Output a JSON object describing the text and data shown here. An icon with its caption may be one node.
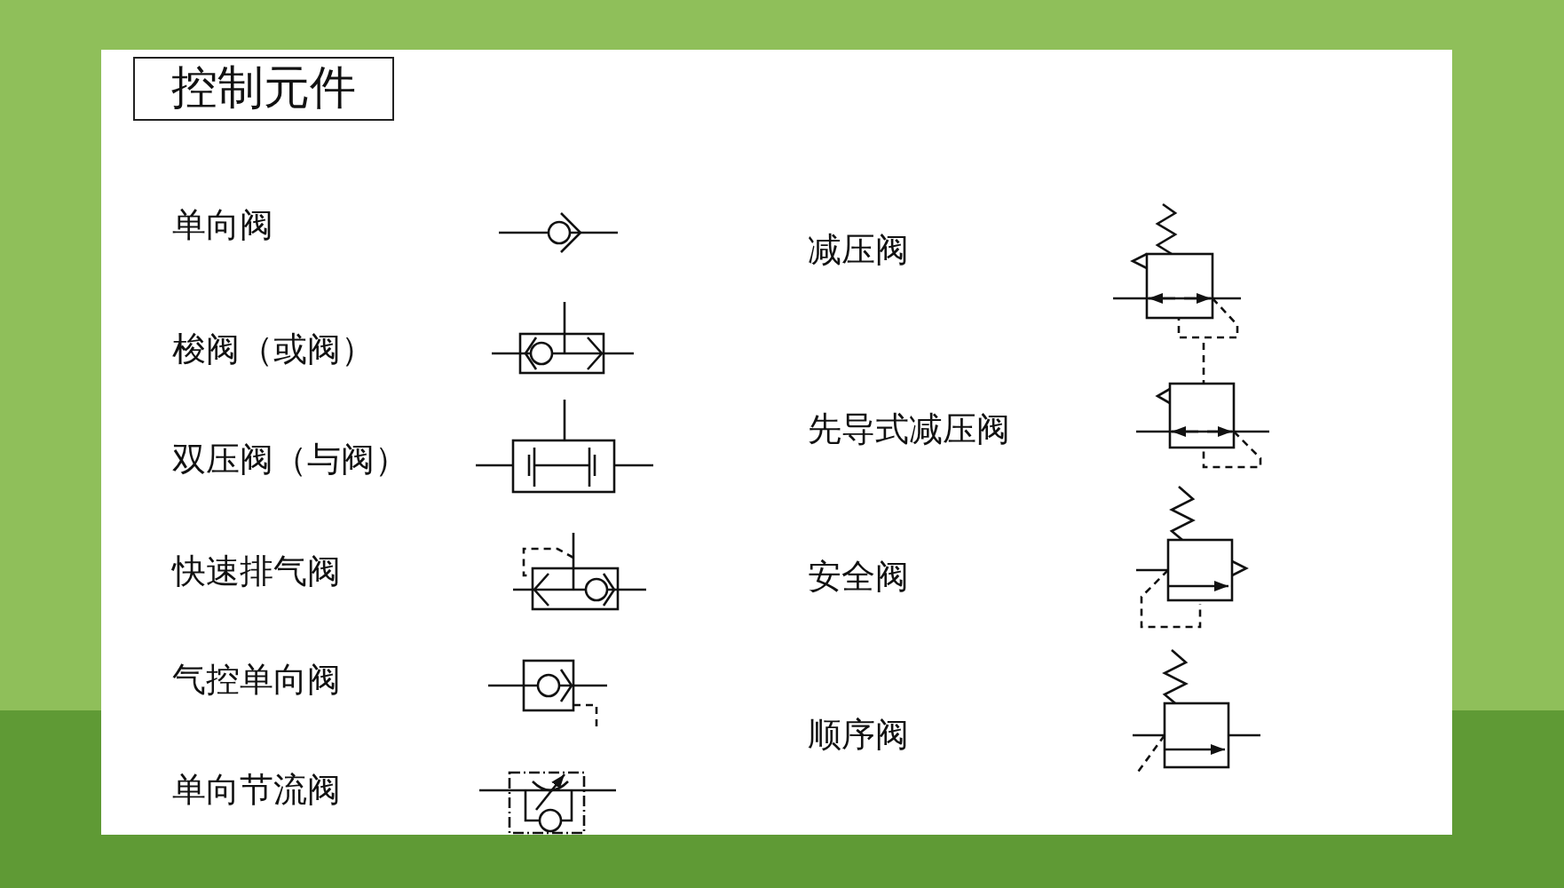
{
  "diagram": {
    "title": "控制元件",
    "labels": [
      "单向阀",
      "梭阀（或阀）",
      "双压阀（与阀）",
      "快速排气阀",
      "气控单向阀",
      "单向节流阀",
      "减压阀",
      "先导式减压阀",
      "安全阀",
      "顺序阀"
    ]
  }
}
